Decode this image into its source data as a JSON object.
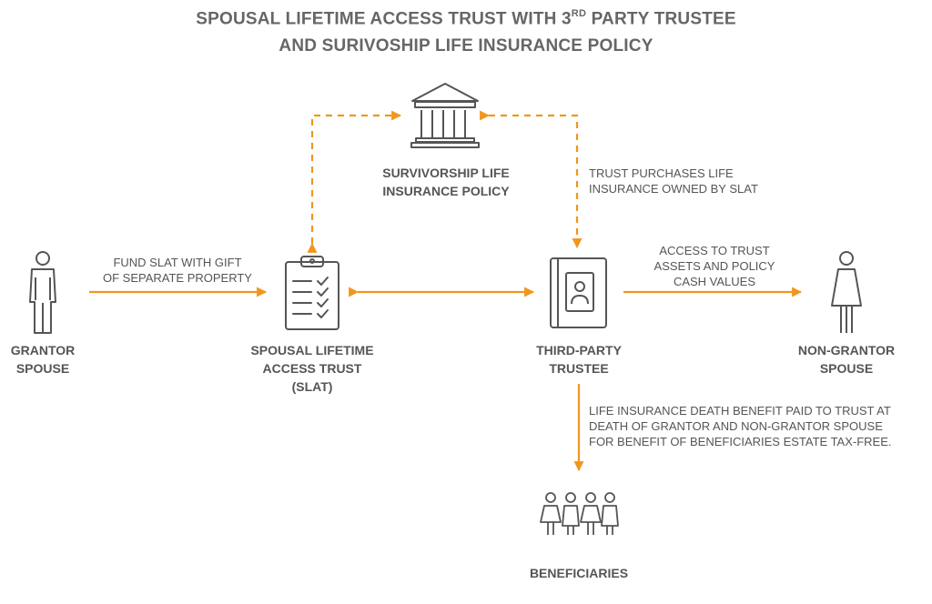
{
  "title": {
    "line1_before": "SPOUSAL LIFETIME ACCESS TRUST WITH 3",
    "line1_sup": "RD",
    "line1_after": " PARTY TRUSTEE",
    "line2": "AND SURIVOSHIP LIFE INSURANCE POLICY"
  },
  "nodes": {
    "policy": {
      "line1": "SURVIVORSHIP LIFE",
      "line2": "INSURANCE POLICY",
      "icon": "bank-building-icon"
    },
    "grantor": {
      "line1": "GRANTOR",
      "line2": "SPOUSE",
      "icon": "man-icon"
    },
    "slat": {
      "line1": "SPOUSAL LIFETIME",
      "line2": "ACCESS TRUST",
      "line3": "(SLAT)",
      "icon": "clipboard-checklist-icon"
    },
    "trustee": {
      "line1": "THIRD-PARTY",
      "line2": "TRUSTEE",
      "icon": "id-book-icon"
    },
    "nongrantor": {
      "line1": "NON-GRANTOR",
      "line2": "SPOUSE",
      "icon": "woman-icon"
    },
    "beneficiaries": {
      "line1": "BENEFICIARIES",
      "icon": "group-of-people-icon"
    }
  },
  "edges": {
    "fund_slat": {
      "line1": "FUND SLAT WITH GIFT",
      "line2": "OF SEPARATE PROPERTY"
    },
    "trust_purchases": {
      "line1": "TRUST PURCHASES LIFE",
      "line2": "INSURANCE OWNED BY SLAT"
    },
    "access": {
      "line1": "ACCESS TO TRUST",
      "line2": "ASSETS AND POLICY",
      "line3": "CASH VALUES"
    },
    "death_benefit": {
      "line1": "LIFE INSURANCE DEATH BENEFIT PAID TO TRUST AT",
      "line2": "DEATH OF GRANTOR AND NON-GRANTOR SPOUSE",
      "line3": "FOR BENEFIT OF BENEFICIARIES ESTATE TAX-FREE."
    }
  },
  "colors": {
    "arrow": "#F0961E",
    "icon": "#555555",
    "text": "#555555",
    "title": "#666666"
  }
}
